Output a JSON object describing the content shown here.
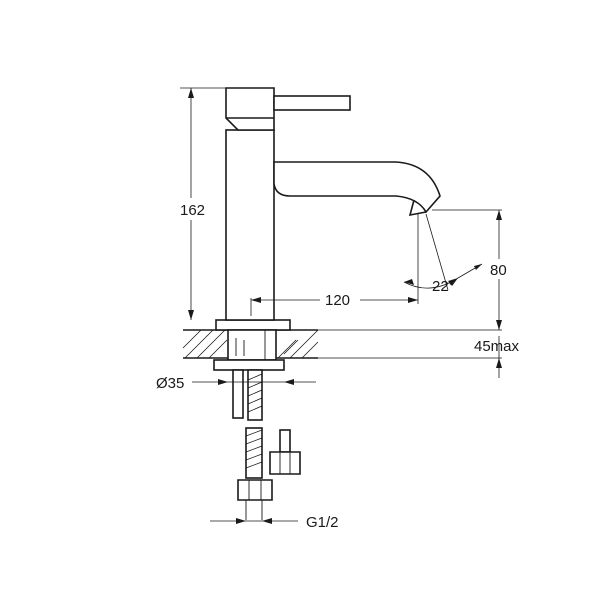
{
  "dimensions": {
    "height_total": "162",
    "spout_reach": "120",
    "spout_height": "80",
    "spout_angle": "22°",
    "max_deck_thickness": "45max",
    "mounting_hole_diameter": "Ø35",
    "connection_thread": "G1/2"
  }
}
